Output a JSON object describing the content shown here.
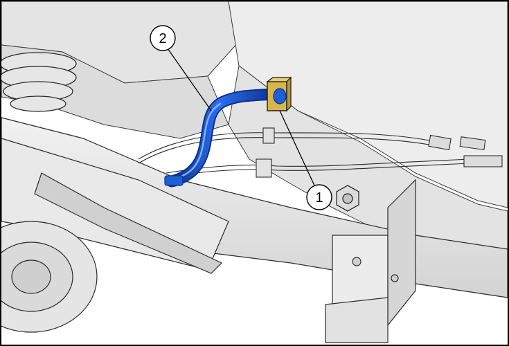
{
  "figure": {
    "callouts": [
      {
        "label": "1",
        "target": "bracket-clip"
      },
      {
        "label": "2",
        "target": "blue-hose"
      }
    ],
    "colors": {
      "background": "#ffffff",
      "part_fill": "#e8e8e8",
      "part_shadow": "#c9c9c9",
      "outline": "#1a1a1a",
      "highlight_blue": "#1f5fd6",
      "highlight_blue_dark": "#0b2f8a",
      "highlight_yellow": "#d9b64a"
    }
  }
}
